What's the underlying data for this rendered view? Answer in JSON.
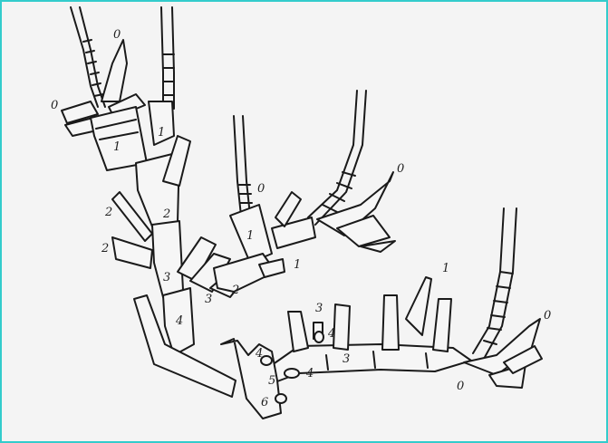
{
  "labels": {
    "a0": "0",
    "b0": "0",
    "c0": "0",
    "d0": "0",
    "e0": "0",
    "f0": "0",
    "a1": "1",
    "b1": "1",
    "c1": "1",
    "d1": "1",
    "e1": "1",
    "a2": "2",
    "b2": "2",
    "c2": "2",
    "d2": "2",
    "a3": "3",
    "b3": "3",
    "c3": "3",
    "d3": "3",
    "a4": "4",
    "b4": "4",
    "c4": "4",
    "d4": "4",
    "a5": "5",
    "a6": "6"
  }
}
